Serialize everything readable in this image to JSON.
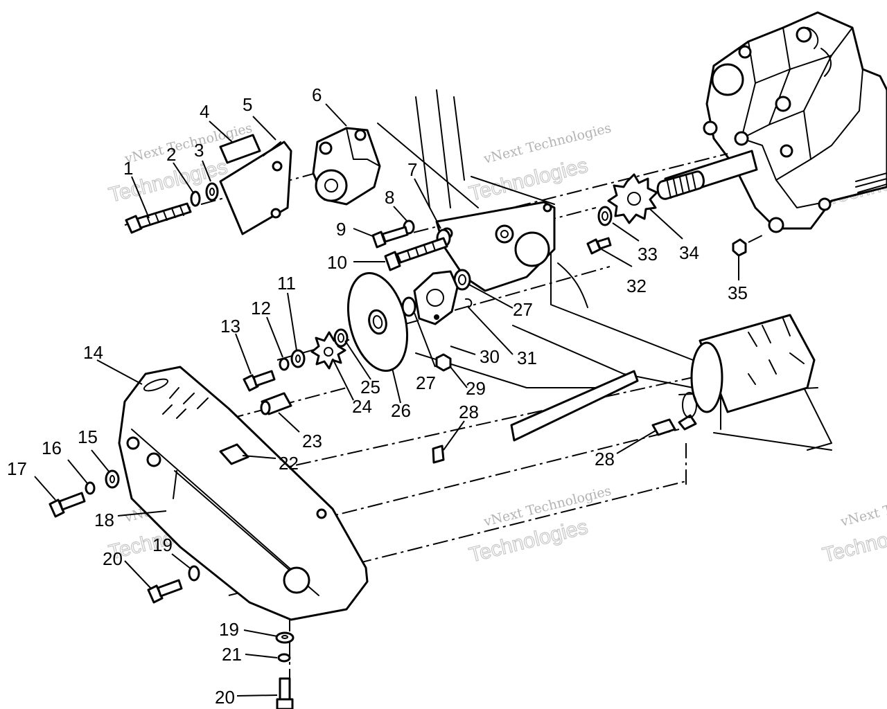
{
  "colors": {
    "line": "#000000",
    "background": "#ffffff",
    "watermark": "#bdbdbd"
  },
  "watermark": {
    "line1": "vNext Technologies",
    "line2": "Technologies"
  },
  "callouts": {
    "c1": "1",
    "c2": "2",
    "c3": "3",
    "c4": "4",
    "c5": "5",
    "c6": "6",
    "c7": "7",
    "c8": "8",
    "c9": "9",
    "c10": "10",
    "c11": "11",
    "c12": "12",
    "c13": "13",
    "c14": "14",
    "c15": "15",
    "c16": "16",
    "c17": "17",
    "c18": "18",
    "c19a": "19",
    "c19b": "19",
    "c20a": "20",
    "c20b": "20",
    "c21": "21",
    "c22": "22",
    "c23": "23",
    "c24": "24",
    "c25": "25",
    "c26": "26",
    "c27a": "27",
    "c27b": "27",
    "c28a": "28",
    "c28b": "28",
    "c29": "29",
    "c30": "30",
    "c31": "31",
    "c32": "32",
    "c33": "33",
    "c34": "34",
    "c35": "35"
  }
}
